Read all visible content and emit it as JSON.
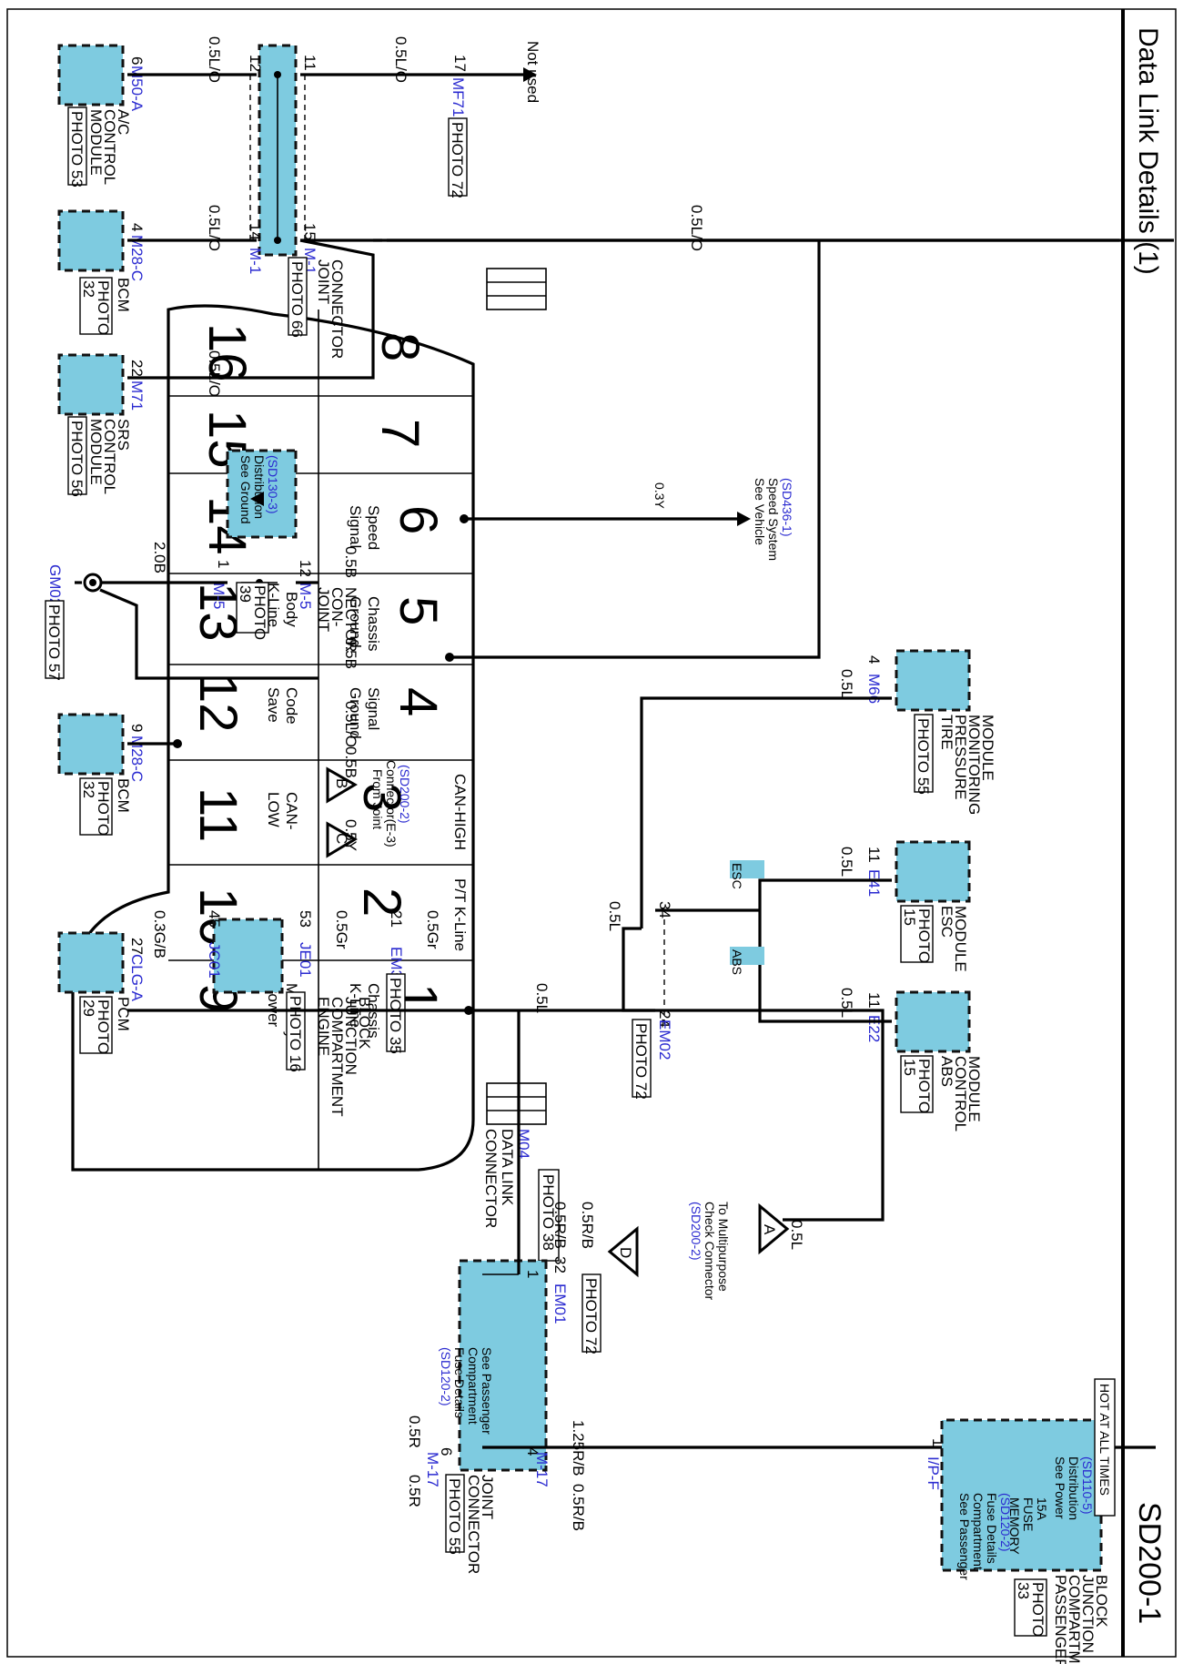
{
  "title": "Data Link Details (1)",
  "page_code": "SD200-1",
  "colors": {
    "component_fill": "#7ecbe0",
    "connector_id": "#2a2ad0",
    "wire": "#000000"
  },
  "dlc": {
    "id": "M04",
    "name_1": "DATA LINK",
    "name_2": "CONNECTOR",
    "photo": "PHOTO 38",
    "pins": {
      "p1": "1",
      "p1_a": "Chassis",
      "p1_b": "K-Line",
      "p2": "2",
      "p2_a": "P/T K-Line",
      "p3": "3",
      "p3_a": "CAN-HIGH",
      "p4": "4",
      "p4_a": "Signal",
      "p4_b": "Ground",
      "p5": "5",
      "p5_a": "Chassis",
      "p5_b": "Ground",
      "p6": "6",
      "p6_a": "Speed",
      "p6_b": "Signal",
      "p7": "7",
      "p8": "8",
      "p9": "9",
      "p9_a": "Memory",
      "p9_b": "Power",
      "p10": "10",
      "p11": "11",
      "p11_a": "CAN-",
      "p11_b": "LOW",
      "p12": "12",
      "p12_a": "Code",
      "p12_b": "Save",
      "p13": "13",
      "p13_a": "Body",
      "p13_b": "K-Line",
      "p14": "14",
      "p15": "15",
      "p16": "16"
    }
  },
  "components": {
    "ac": {
      "id": "M50-A",
      "pin": "6",
      "l1": "A/C",
      "l2": "CONTROL",
      "l3": "MODULE",
      "photo": "PHOTO 53"
    },
    "bcm1": {
      "id": "M28-C",
      "pin": "4",
      "l1": "BCM",
      "photo_a": "PHOTO",
      "photo_b": "32"
    },
    "srs": {
      "id": "M71",
      "pin": "22",
      "l1": "SRS",
      "l2": "CONTROL",
      "l3": "MODULE",
      "photo": "PHOTO 56"
    },
    "bcm2": {
      "id": "M28-C",
      "pin": "9",
      "l1": "BCM",
      "photo_a": "PHOTO",
      "photo_b": "32"
    },
    "pcm": {
      "id": "CLG-A",
      "pin": "27",
      "l1": "PCM",
      "photo_a": "PHOTO",
      "photo_b": "29"
    },
    "tpms": {
      "id": "M66",
      "pin": "4",
      "l1": "TIRE",
      "l2": "PRESSURE",
      "l3": "MONITORING",
      "l4": "MODULE",
      "photo": "PHOTO 55"
    },
    "esc": {
      "id": "E41",
      "pin": "11",
      "l1": "ESC",
      "l2": "MODULE",
      "photo_a": "PHOTO",
      "photo_b": "15",
      "tag": "ESC"
    },
    "abs": {
      "id": "E22",
      "pin": "11",
      "l1": "ABS",
      "l2": "CONTROL",
      "l3": "MODULE",
      "photo_a": "PHOTO",
      "photo_b": "15",
      "tag": "ABS"
    }
  },
  "joint_m1": {
    "id": "M-1",
    "pins": [
      "11",
      "12",
      "14",
      "15"
    ],
    "l1": "JOINT",
    "l2": "CONNECTOR",
    "photo": "PHOTO 66"
  },
  "joint_m5": {
    "id": "M-5",
    "pin_a": "1",
    "pin_b": "12",
    "l1": "JOINT",
    "l2": "CON-",
    "l3": "NECTOR",
    "photo_a": "PHOTO",
    "photo_b": "39",
    "ref_1": "See Ground",
    "ref_2": "Distribution",
    "ref_3": "(SD130-3)"
  },
  "ground": {
    "id": "GM02",
    "photo": "PHOTO 57"
  },
  "mf71": {
    "id": "MF71",
    "pin": "17",
    "photo": "PHOTO 72",
    "note": "Not used"
  },
  "speed_ref": {
    "l1": "See Vehicle",
    "l2": "Speed System",
    "l3": "(SD436-1)"
  },
  "joint_from": {
    "b": "B",
    "c": "C",
    "l1": "From Joint",
    "l2": "Connector(E-3)",
    "l3": "(SD200-2)"
  },
  "ecjb": {
    "pin_a": "53",
    "id_a": "JE01",
    "pin_b": "45",
    "id_b": "JC01",
    "l1": "ENGINE",
    "l2": "COMPARTMENT",
    "l3": "JUNCTION",
    "l4": "BLOCK",
    "photo": "PHOTO 16"
  },
  "em31": {
    "id": "EM31",
    "pin": "21",
    "photo": "PHOTO 35"
  },
  "em02": {
    "id": "EM02",
    "pin_a": "34",
    "pin_b": "24",
    "photo": "PHOTO 72"
  },
  "em01": {
    "id": "EM01",
    "pin": "32",
    "photo": "PHOTO 72"
  },
  "multi": {
    "a": "A",
    "d": "D",
    "l1": "To Multipurpose",
    "l2": "Check Connector",
    "l3": "(SD200-2)"
  },
  "m17": {
    "id": "M-17",
    "pin_1": "1",
    "pin_4": "4",
    "pin_6": "6",
    "l1": "JOINT",
    "l2": "CONNECTOR",
    "photo": "PHOTO 55",
    "r1": "See Passenger",
    "r2": "Compartment",
    "r3": "Fuse Details",
    "r4": "(SD120-2)"
  },
  "pcjb": {
    "id": "I/P-F",
    "pin": "1",
    "hot": "HOT AT ALL TIMES",
    "r1": "See Power",
    "r2": "Distribution",
    "r3": "(SD110-5)",
    "fuse1": "MEMORY",
    "fuse2": "FUSE",
    "fuse3": "15A",
    "s1": "See Passenger",
    "s2": "Compartment",
    "s3": "Fuse Details",
    "s4": "(SD120-2)",
    "l1": "PASSENGER",
    "l2": "COMPARTMENT",
    "l3": "JUNCTION",
    "l4": "BLOCK",
    "photo_a": "PHOTO",
    "photo_b": "33"
  },
  "wires": {
    "w_ac": "0.5L/O",
    "w_mf71": "0.5L/O",
    "w_bcm1": "0.5L/O",
    "w_m1_15": "0.5L/O",
    "w_srs": "0.5L/O",
    "w_speed": "0.3Y",
    "w_gnd": "2.0B",
    "w_m5": "0.5B",
    "w_sig": "0.5B",
    "w_bcm2": "0.5L/O",
    "w_b": "0.5B",
    "w_c": "0.5Y",
    "w_pcm": "0.3G/B",
    "w_je": "0.5Gr",
    "w_em31": "0.5Gr",
    "w_tpms": "0.5L",
    "w_esc": "0.5L",
    "w_abs": "0.5L",
    "w_em02": "0.5L",
    "w_p1": "0.5L",
    "w_a": "0.5L",
    "w_d": "0.5R/B",
    "w_em01": "0.5R/B",
    "w_125": "1.25R/B",
    "w_6": "0.5R",
    "w_6b": "0.5R",
    "w_4b": "0.5R/B"
  }
}
